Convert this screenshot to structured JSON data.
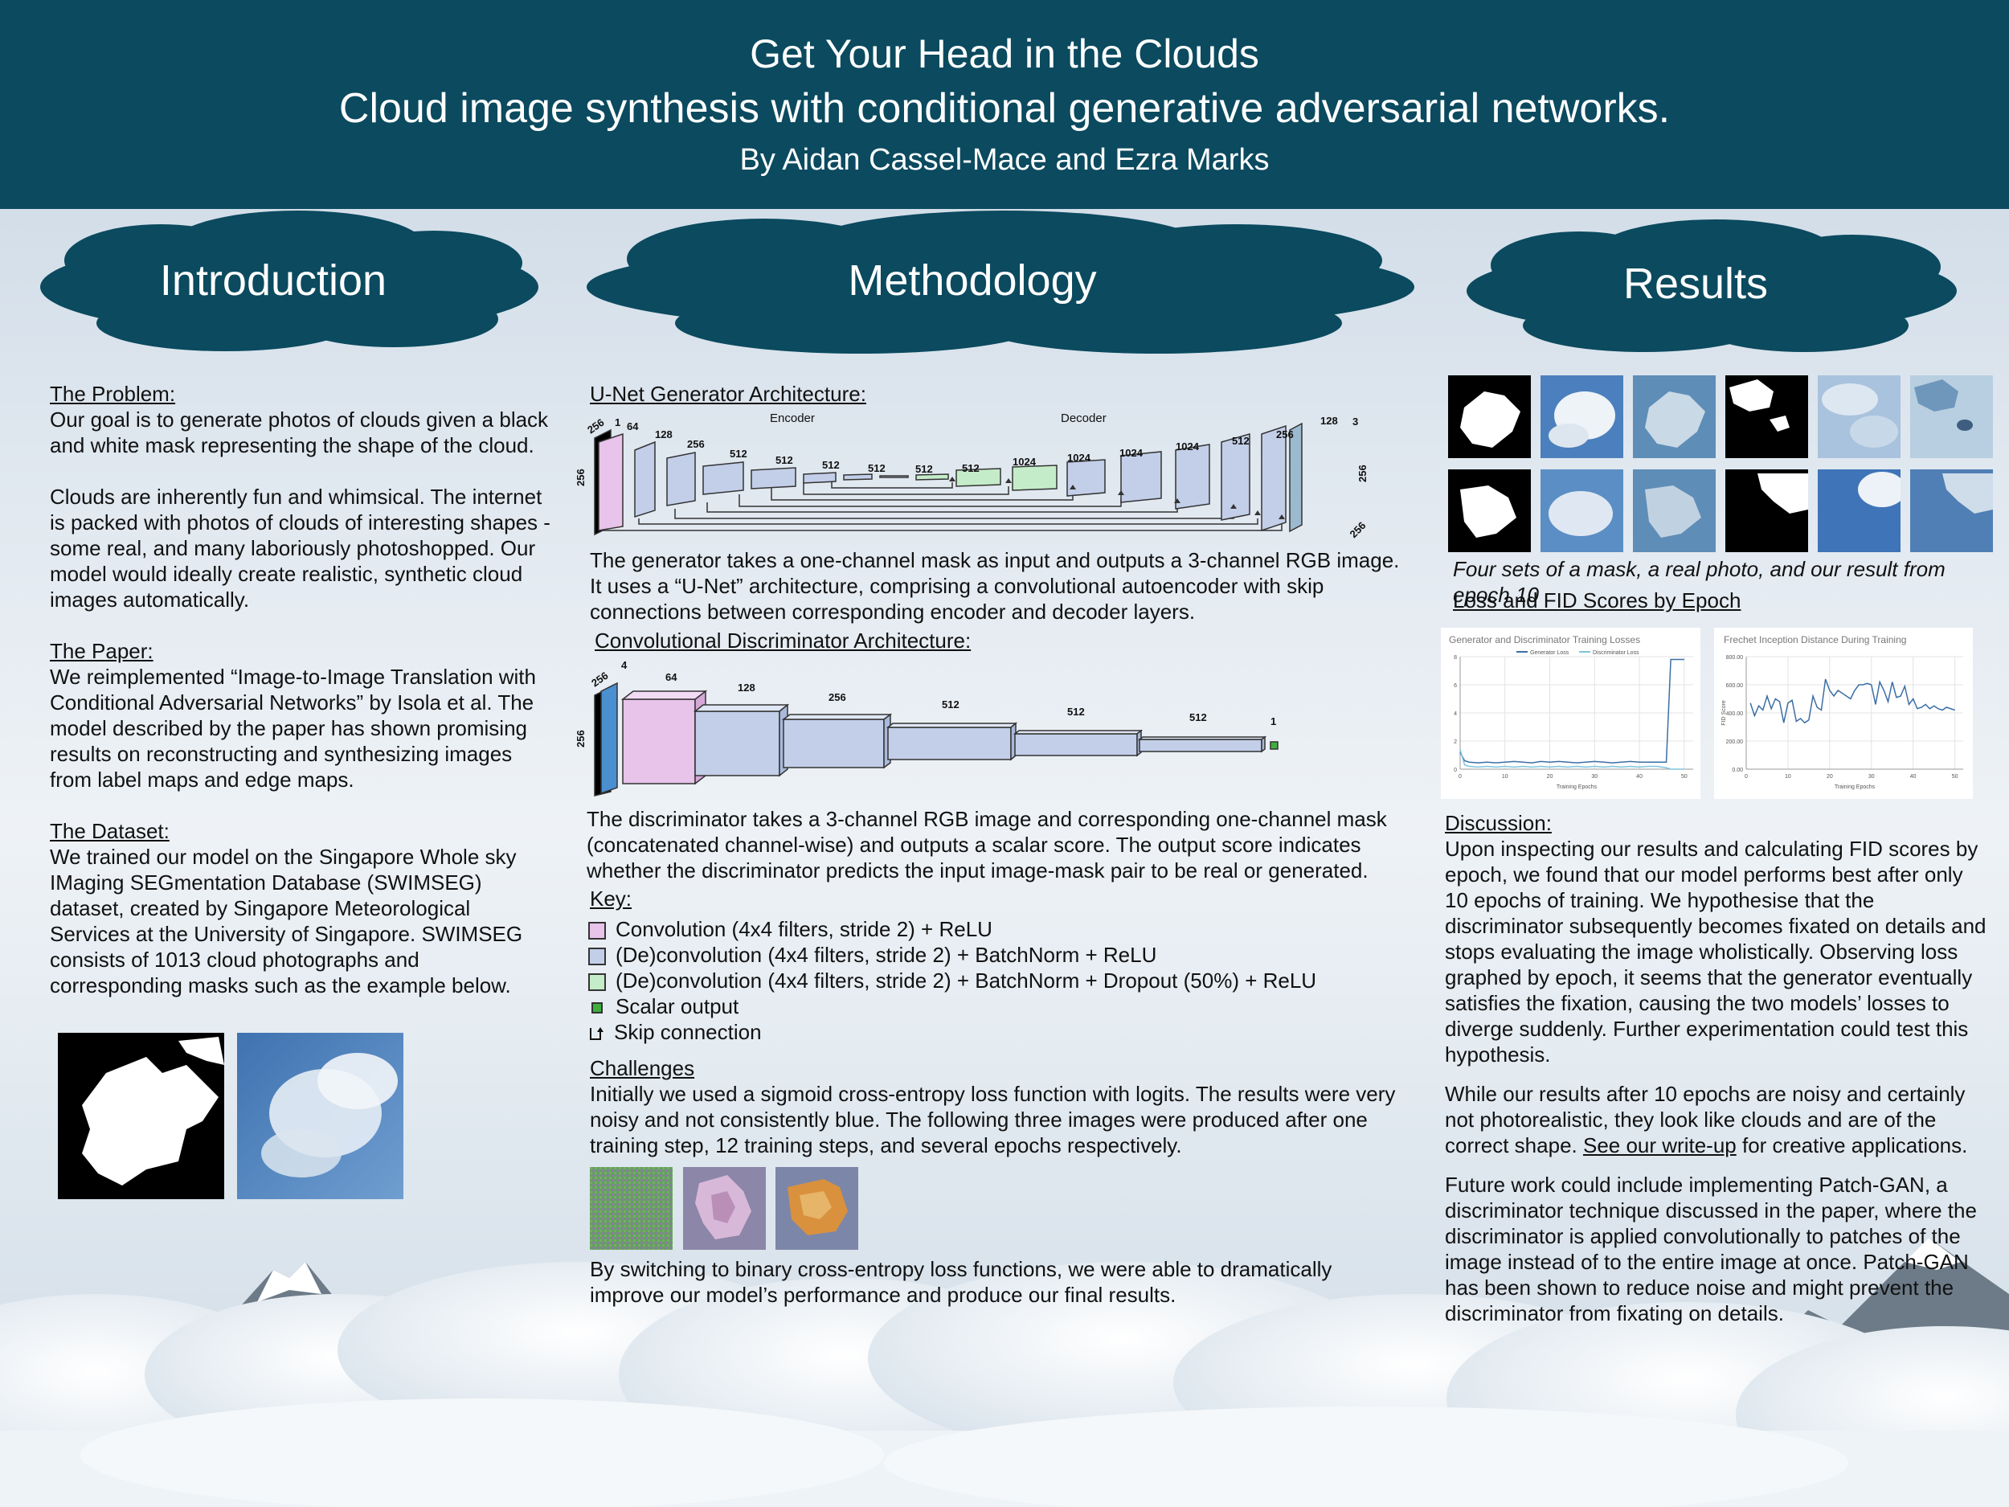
{
  "header": {
    "title": "Get Your Head in the Clouds",
    "subtitle": "Cloud image synthesis with conditional generative adversarial networks.",
    "authors": "By Aidan Cassel-Mace and Ezra Marks"
  },
  "sections": {
    "introduction": "Introduction",
    "methodology": "Methodology",
    "results": "Results"
  },
  "intro": {
    "problem_heading": "The Problem:",
    "problem_text": "Our goal is to generate photos of clouds given a black and white mask representing the shape of the cloud.",
    "fun_text": "Clouds are inherently fun and whimsical. The internet is packed with photos of clouds of interesting shapes - some real, and many laboriously photoshopped. Our model would ideally create realistic, synthetic cloud images automatically.",
    "paper_heading": "The Paper:",
    "paper_text": "We reimplemented “Image-to-Image Translation with Conditional Adversarial Networks” by Isola et al. The model described by the paper has shown promising results on reconstructing and synthesizing images from label maps and edge maps.",
    "dataset_heading": "The Dataset:",
    "dataset_text": "We trained our model on the Singapore Whole sky IMaging SEGmentation Database (SWIMSEG) dataset, created by Singapore Meteorological Services at the University of Singapore. SWIMSEG consists of 1013 cloud photographs and corresponding masks such as the example below."
  },
  "method": {
    "unet_heading": "U-Net Generator Architecture:",
    "encoder_label": "Encoder",
    "decoder_label": "Decoder",
    "unet_input_dims": [
      "256",
      "256",
      "1"
    ],
    "unet_encoder_channels": [
      "64",
      "128",
      "256",
      "512",
      "512",
      "512",
      "512",
      "512"
    ],
    "unet_decoder_channels": [
      "512",
      "1024",
      "1024",
      "1024",
      "1024",
      "512",
      "256",
      "128",
      "3"
    ],
    "unet_output_dims": [
      "256",
      "256"
    ],
    "unet_text": "The generator takes a one-channel mask as input and outputs a 3-channel RGB image. It uses a “U-Net” architecture, comprising a convolutional autoencoder with skip connections between corresponding encoder and decoder layers.",
    "disc_heading": "Convolutional Discriminator Architecture:",
    "disc_input_dims": [
      "256",
      "256",
      "4"
    ],
    "disc_channels": [
      "64",
      "128",
      "256",
      "512",
      "512",
      "512",
      "1"
    ],
    "disc_text": "The discriminator takes a 3-channel RGB image and corresponding one-channel mask (concatenated channel-wise) and outputs a scalar score. The output score indicates whether the discriminator predicts the input image-mask pair to be real or generated.",
    "key_heading": "Key:",
    "key_items": [
      {
        "label": "Convolution (4x4 filters, stride 2) + ReLU",
        "color": "#e8c3ea"
      },
      {
        "label": "(De)convolution (4x4 filters, stride 2) + BatchNorm + ReLU",
        "color": "#c3cfe9"
      },
      {
        "label": "(De)convolution (4x4 filters, stride 2) + BatchNorm + Dropout (50%) + ReLU",
        "color": "#c5ecc8"
      },
      {
        "label": "Scalar output",
        "color": "#3fae3f"
      },
      {
        "label": "Skip connection",
        "color": "#000000"
      }
    ],
    "challenges_heading": "Challenges",
    "challenges_text": "Initially we used a sigmoid cross-entropy loss function with logits. The results were very noisy and not consistently blue. The following three images were produced after one training step, 12 training steps, and several epochs  respectively.",
    "final_text": "By switching to binary cross-entropy loss functions, we were able to dramatically improve our model’s performance and produce our final results."
  },
  "results": {
    "caption": "Four sets of a mask, a real photo, and our result from epoch 10",
    "loss_heading": "Loss and FID Scores by Epoch",
    "discussion_heading": "Discussion:",
    "discussion_text": "Upon inspecting our results and calculating FID scores by epoch, we found that our model performs best after only 10 epochs of training. We hypothesise that the discriminator subsequently becomes fixated on details and stops evaluating the image wholistically. Observing loss graphed by epoch, it seems that the generator eventually satisfies the fixation,  causing the two models’ losses to diverge suddenly.  Further experimentation could test this hypothesis.",
    "noisy_text_before": "While our results after 10 epochs are noisy and certainly not photorealistic, they look like clouds and are of the correct shape.  ",
    "writeup_link": "See our write-up",
    "noisy_text_after": " for creative applications.",
    "future_text": "Future work could include implementing Patch-GAN, a discriminator technique discussed in the paper, where the discriminator is applied convolutionally to patches of the image instead of to the entire image at once. Patch-GAN has been shown to reduce noise and might prevent the discriminator from fixating on details."
  },
  "chart_data": [
    {
      "type": "line",
      "title": "Generator and Discriminator Training Losses",
      "xlabel": "Training Epochs",
      "ylabel": "",
      "xlim": [
        0,
        52
      ],
      "ylim": [
        0,
        8
      ],
      "xticks": [
        "0",
        "10",
        "20",
        "30",
        "40",
        "50"
      ],
      "yticks": [
        "0",
        "2",
        "4",
        "6",
        "8"
      ],
      "grid": true,
      "legend": "top",
      "series": [
        {
          "name": "Generator Loss",
          "color": "#3b6ea5",
          "x": [
            0,
            1,
            2,
            4,
            6,
            8,
            10,
            12,
            14,
            16,
            18,
            20,
            22,
            24,
            26,
            28,
            30,
            32,
            34,
            36,
            38,
            40,
            42,
            44,
            46,
            47,
            48,
            49,
            50
          ],
          "y": [
            1.2,
            0.6,
            0.5,
            0.45,
            0.5,
            0.45,
            0.5,
            0.55,
            0.5,
            0.45,
            0.55,
            0.5,
            0.55,
            0.5,
            0.45,
            0.5,
            0.55,
            0.5,
            0.45,
            0.5,
            0.55,
            0.5,
            0.5,
            0.5,
            0.5,
            7.8,
            7.8,
            7.8,
            7.8
          ]
        },
        {
          "name": "Discriminator Loss",
          "color": "#7fc4dc",
          "x": [
            0,
            1,
            2,
            4,
            6,
            8,
            10,
            12,
            14,
            16,
            18,
            20,
            22,
            24,
            26,
            28,
            30,
            32,
            34,
            36,
            38,
            40,
            42,
            44,
            46,
            47,
            48,
            49,
            50
          ],
          "y": [
            1.4,
            0.3,
            0.2,
            0.15,
            0.2,
            0.15,
            0.2,
            0.15,
            0.2,
            0.15,
            0.2,
            0.15,
            0.2,
            0.15,
            0.2,
            0.15,
            0.2,
            0.15,
            0.2,
            0.15,
            0.2,
            0.15,
            0.2,
            0.2,
            0.1,
            0.0,
            0.0,
            0.0,
            0.0
          ]
        }
      ]
    },
    {
      "type": "line",
      "title": "Frechet Inception Distance During Training",
      "xlabel": "Training Epochs",
      "ylabel": "FID Score",
      "xlim": [
        0,
        52
      ],
      "ylim": [
        0,
        800
      ],
      "xticks": [
        "0",
        "10",
        "20",
        "30",
        "40",
        "50"
      ],
      "yticks": [
        "0.00",
        "200.00",
        "400.00",
        "600.00",
        "800.00"
      ],
      "grid": true,
      "series": [
        {
          "name": "FID",
          "color": "#3b6ea5",
          "x": [
            1,
            2,
            3,
            4,
            5,
            6,
            7,
            8,
            9,
            10,
            11,
            12,
            13,
            14,
            15,
            16,
            17,
            18,
            19,
            20,
            21,
            22,
            23,
            24,
            25,
            26,
            27,
            28,
            29,
            30,
            31,
            32,
            33,
            34,
            35,
            36,
            37,
            38,
            39,
            40,
            41,
            42,
            43,
            44,
            45,
            46,
            47,
            48,
            49,
            50
          ],
          "y": [
            470,
            380,
            450,
            420,
            520,
            430,
            500,
            480,
            330,
            470,
            490,
            340,
            360,
            330,
            350,
            520,
            440,
            420,
            640,
            560,
            520,
            560,
            540,
            520,
            500,
            560,
            600,
            600,
            610,
            600,
            460,
            620,
            560,
            480,
            620,
            510,
            520,
            590,
            460,
            500,
            430,
            440,
            460,
            430,
            450,
            430,
            420,
            440,
            430,
            420
          ]
        }
      ]
    }
  ]
}
